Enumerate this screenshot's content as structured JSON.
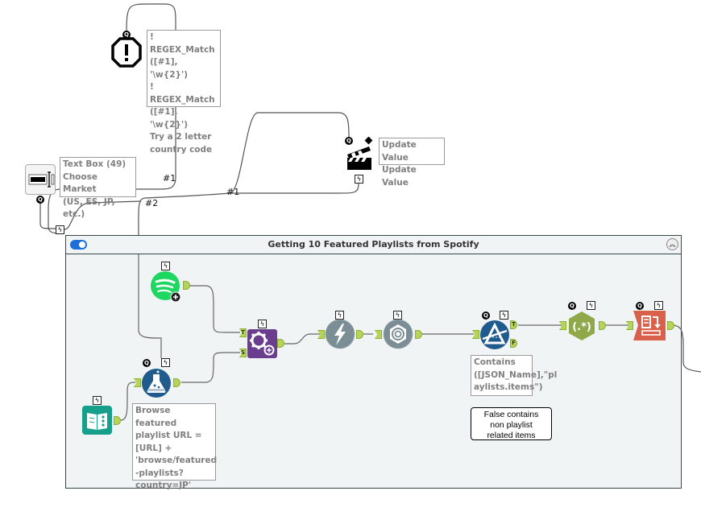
{
  "canvas": {
    "connection_labels": [
      "#1",
      "#2",
      "#1"
    ]
  },
  "tools": {
    "error_message": {
      "icon": "error-octagon-icon",
      "annotation": "! REGEX_Match\n([#1], '\\w{2}')\n! REGEX_Match\n([#1], '\\w{2}')\nTry a 2 letter\ncountry code"
    },
    "text_box": {
      "icon": "text-box-icon",
      "annotation": "Text Box (49)\nChoose Market\n(US, ES, JP, etc.)"
    },
    "action": {
      "icon": "clapperboard-icon",
      "annotation": "Update Value\nUpdate Value"
    },
    "spotify_connector": {
      "icon": "spotify-icon"
    },
    "macro": {
      "icon": "gears-icon",
      "anchor_labels": [
        "T",
        "S"
      ]
    },
    "download": {
      "icon": "lightning-icon"
    },
    "json_parse": {
      "icon": "json-parse-icon"
    },
    "filter": {
      "icon": "filter-icon",
      "anchor_labels": [
        "T",
        "F"
      ],
      "annotation": "Contains\n([JSON_Name],\"pl\naylists.items\")"
    },
    "regex": {
      "icon": "regex-icon",
      "glyph": "(.*)"
    },
    "cross_tab": {
      "icon": "cross-tab-icon"
    },
    "formula": {
      "icon": "formula-flask-icon",
      "annotation": "Browse featured\nplaylist URL =\n[URL] +\n'browse/featured\n-playlists?\ncountry=JP'"
    },
    "text_input": {
      "icon": "text-input-book-icon"
    }
  },
  "container": {
    "title": "Getting 10 Featured Playlists from Spotify",
    "enabled": true,
    "collapse_glyph": "︽",
    "note": "False contains\nnon playlist\nrelated items"
  },
  "badges": {
    "question": "Q",
    "lightning": "ϟ"
  },
  "colors": {
    "anchor": "#b6d35a",
    "spotify": "#1ed760",
    "macro": "#6b3d8f",
    "download": "#7b8d95",
    "filter": "#1f5b8c",
    "regex": "#8fa84a",
    "cross_tab": "#d9604a",
    "text_input": "#16a08c",
    "formula": "#1f5b8c",
    "toggle": "#1e6fd9"
  }
}
